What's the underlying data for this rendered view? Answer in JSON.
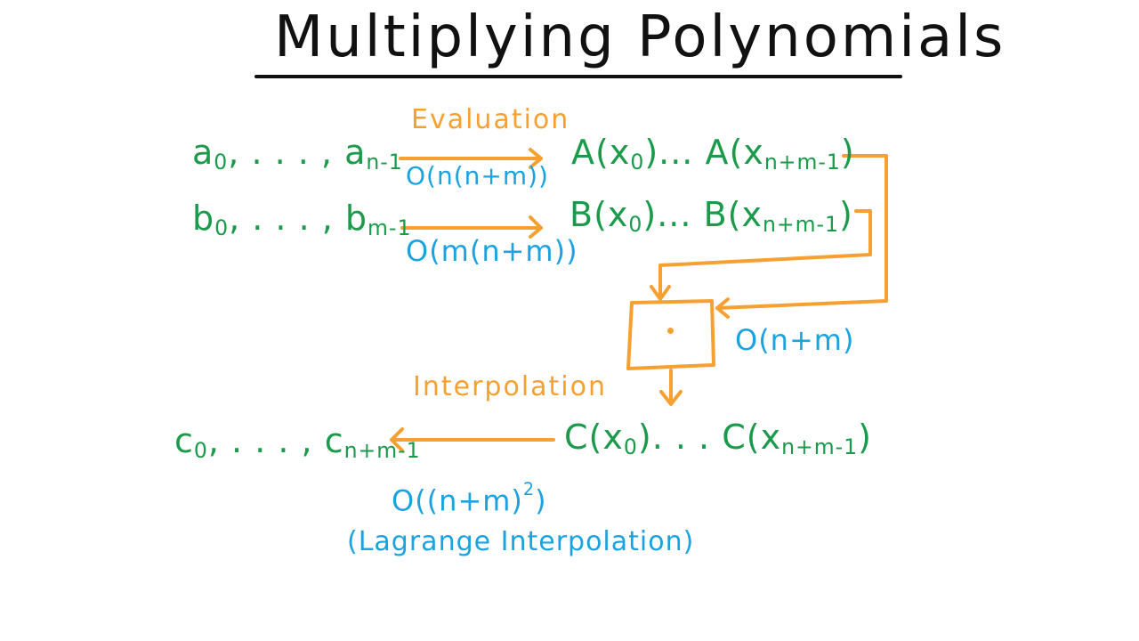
{
  "title": "Multiplying Polynomials",
  "labels": {
    "evaluation": "Evaluation",
    "interpolation": "Interpolation",
    "lagrange": "(Lagrange Interpolation)"
  },
  "coeffs": {
    "a": {
      "base": "a",
      "first_sub": "0",
      "sep": ", . . . , ",
      "last_sub": "n-1"
    },
    "b": {
      "base": "b",
      "first_sub": "0",
      "sep": ", . . . , ",
      "last_sub": "m-1"
    },
    "c": {
      "base": "c",
      "first_sub": "0",
      "sep": ", . . . , ",
      "last_sub": "n+m-1"
    }
  },
  "values": {
    "A": {
      "fn": "A",
      "x": "x",
      "first_sub": "0",
      "ellipsis": "...",
      "last_sub": "n+m-1"
    },
    "B": {
      "fn": "B",
      "x": "x",
      "first_sub": "0",
      "ellipsis": "...",
      "last_sub": "n+m-1"
    },
    "C": {
      "fn": "C",
      "x": "x",
      "first_sub": "0",
      "ellipsis": ". . .",
      "last_sub": "n+m-1"
    }
  },
  "complexity": {
    "eval_a": "O(n(n+m))",
    "eval_b": "O(m(n+m))",
    "multiply": "O(n+m)",
    "interp_base": "O((n+m)",
    "interp_exp": "2",
    "interp_close": ")"
  },
  "colors": {
    "green": "#1a9a4a",
    "orange": "#f5a030",
    "blue": "#1aa3e0",
    "ink": "#111111"
  }
}
